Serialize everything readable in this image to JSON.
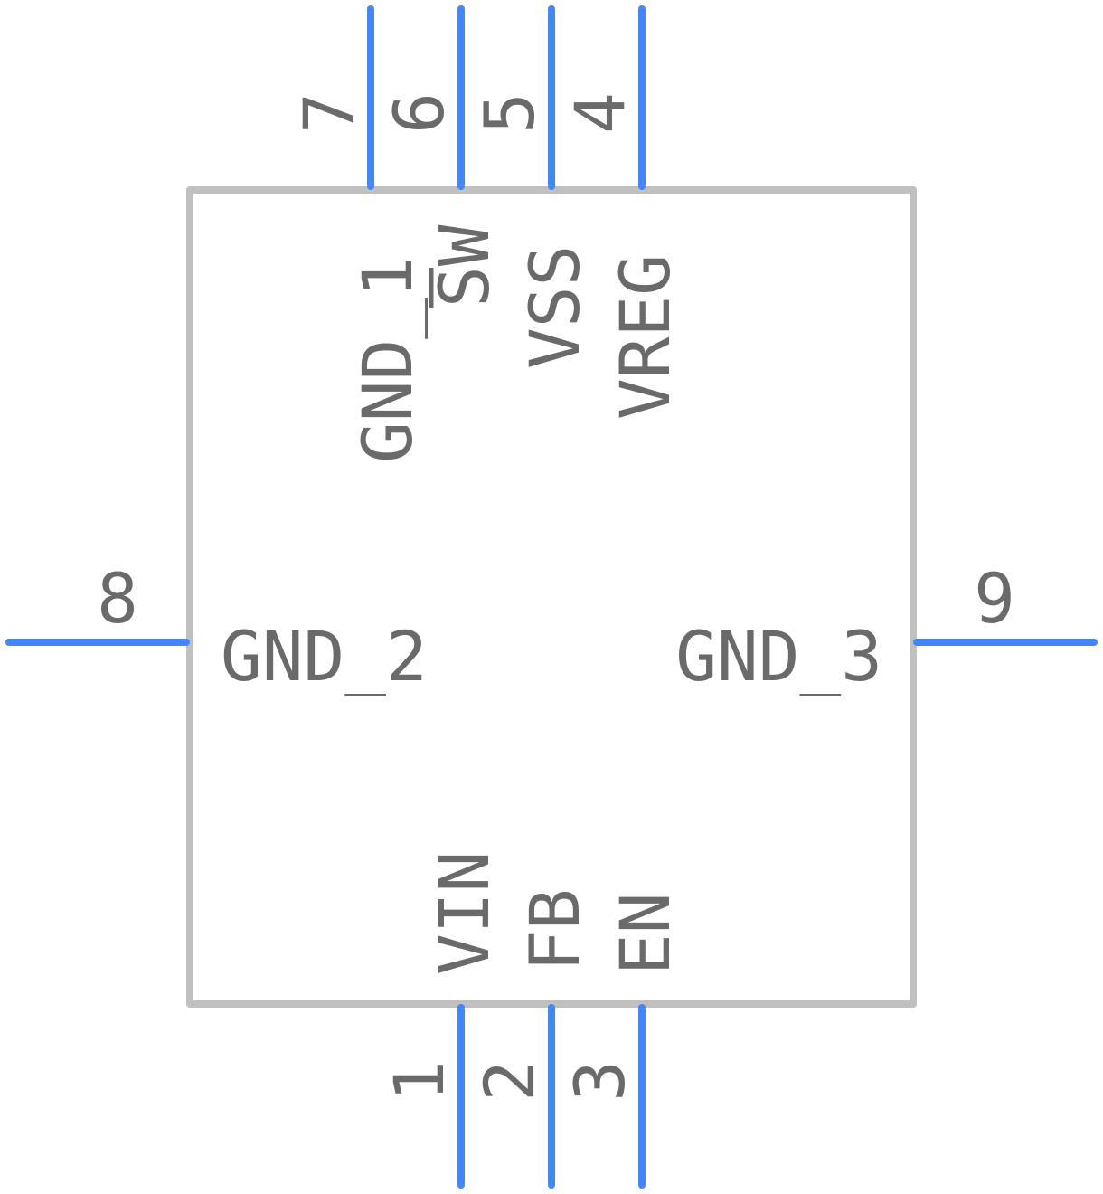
{
  "component": {
    "pins": [
      {
        "id": "pin-1",
        "number": "1",
        "name": "VIN",
        "inverted": false
      },
      {
        "id": "pin-2",
        "number": "2",
        "name": "FB",
        "inverted": false
      },
      {
        "id": "pin-3",
        "number": "3",
        "name": "EN",
        "inverted": false
      },
      {
        "id": "pin-4",
        "number": "4",
        "name": "VREG",
        "inverted": false
      },
      {
        "id": "pin-5",
        "number": "5",
        "name": "VSS",
        "inverted": false
      },
      {
        "id": "pin-6",
        "number": "6",
        "name": "SW",
        "inverted": true
      },
      {
        "id": "pin-7",
        "number": "7",
        "name": "GND_1",
        "inverted": false
      },
      {
        "id": "pin-8",
        "number": "8",
        "name": "GND_2",
        "inverted": false
      },
      {
        "id": "pin-9",
        "number": "9",
        "name": "GND_3",
        "inverted": false
      }
    ]
  },
  "colors": {
    "body_outline": "#c0c0c0",
    "pin_line": "#4287f5",
    "text": "#6a6a6a",
    "background": "#ffffff"
  }
}
